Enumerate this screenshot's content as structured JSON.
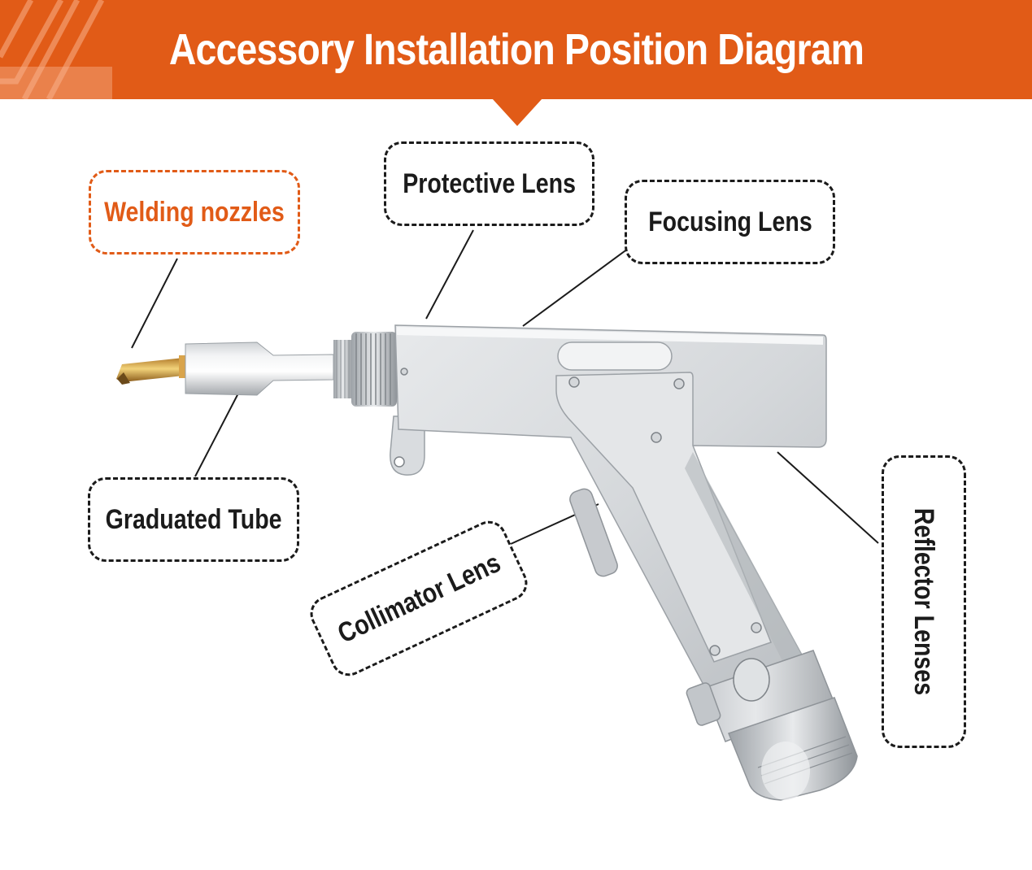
{
  "header": {
    "title": "Accessory Installation Position Diagram"
  },
  "labels": {
    "welding_nozzles": "Welding nozzles",
    "protective_lens": "Protective Lens",
    "focusing_lens": "Focusing Lens",
    "graduated_tube": "Graduated Tube",
    "collimator_lens": "Collimator Lens",
    "reflector_lenses": "Reflector Lenses"
  },
  "colors": {
    "brand_orange": "#e15b17",
    "label_text": "#1b1b1b",
    "background": "#ffffff"
  },
  "icons": {
    "product": "laser-welding-gun-illustration",
    "banner_decoration": "diagonal-stripes-pattern"
  }
}
